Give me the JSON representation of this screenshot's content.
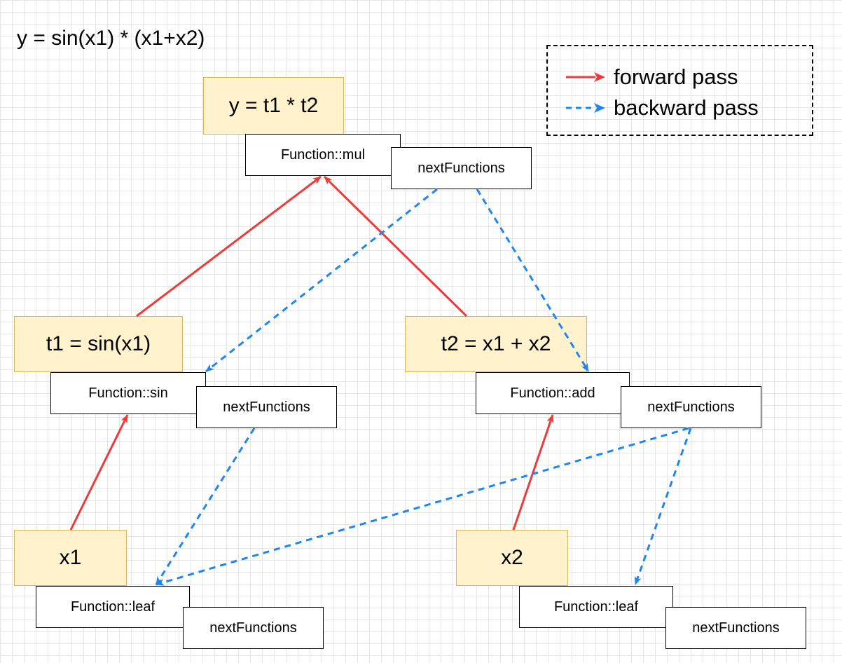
{
  "formula": "y = sin(x1) * (x1+x2)",
  "colors": {
    "forward": "#f03a3a",
    "backward": "#1e86f0",
    "var_fill": "#fff2cc",
    "var_border": "#d6b656"
  },
  "legend": {
    "forward_label": "forward pass",
    "backward_label": "backward pass"
  },
  "nodes": {
    "y": {
      "label": "y = t1 * t2",
      "fn": "Function::mul",
      "next": "nextFunctions"
    },
    "t1": {
      "label": "t1 = sin(x1)",
      "fn": "Function::sin",
      "next": "nextFunctions"
    },
    "t2": {
      "label": "t2 = x1 + x2",
      "fn": "Function::add",
      "next": "nextFunctions"
    },
    "x1": {
      "label": "x1",
      "fn": "Function::leaf",
      "next": "nextFunctions"
    },
    "x2": {
      "label": "x2",
      "fn": "Function::leaf",
      "next": "nextFunctions"
    }
  },
  "edges": {
    "forward": [
      {
        "from": "t1",
        "to": "y"
      },
      {
        "from": "t2",
        "to": "y"
      },
      {
        "from": "x1",
        "to": "t1"
      },
      {
        "from": "x2",
        "to": "t2"
      }
    ],
    "backward": [
      {
        "from": "y",
        "to": "t1"
      },
      {
        "from": "y",
        "to": "t2"
      },
      {
        "from": "t1",
        "to": "x1"
      },
      {
        "from": "t2",
        "to": "x1"
      },
      {
        "from": "t2",
        "to": "x2"
      }
    ]
  }
}
